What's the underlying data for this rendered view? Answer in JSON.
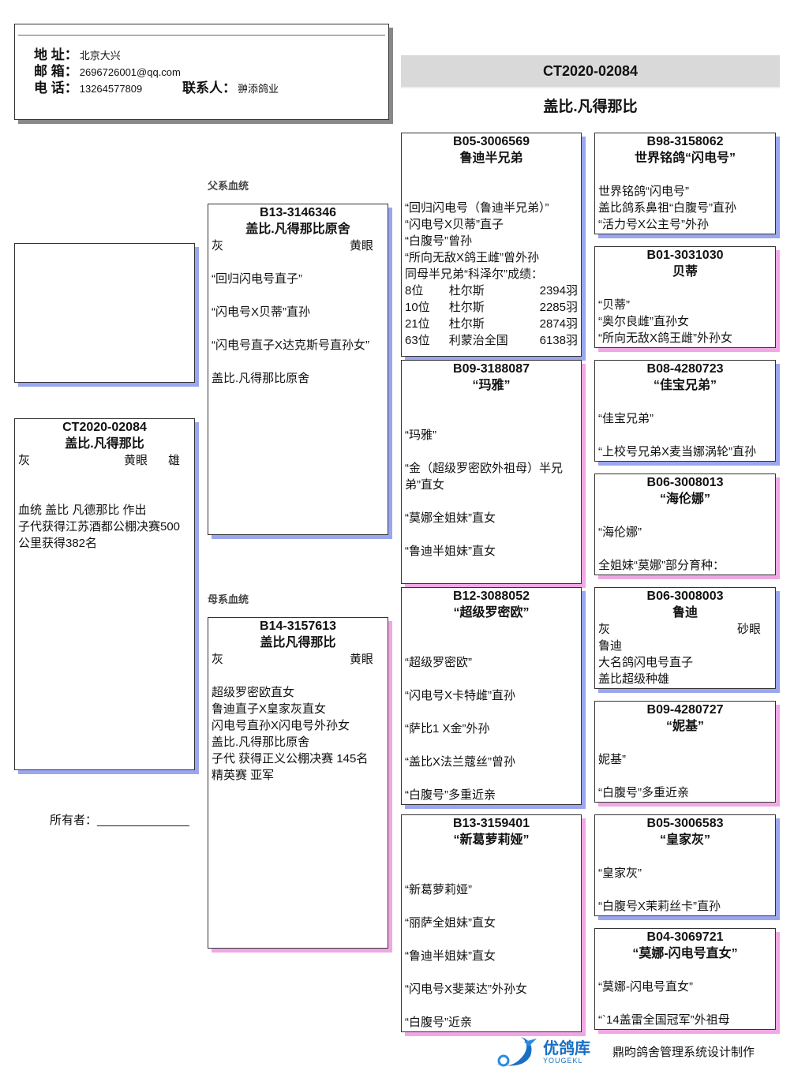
{
  "header": {
    "address_label": "地 址：",
    "address": "北京大兴",
    "email_label": "邮 箱：",
    "email": "2696726001@qq.com",
    "phone_label": "电 话：",
    "phone": "13264577809",
    "contact_label": "联系人：",
    "contact": "翀添鸽业"
  },
  "title": {
    "ring": "CT2020-02084",
    "name": "盖比.凡得那比"
  },
  "labels": {
    "sire_line": "父系血统",
    "dam_line": "母系血统",
    "owner": "所有者：______________"
  },
  "footer": {
    "brand": "优鸽库",
    "brand_en": "YOUGEKL",
    "credit": "鼎昀鸽舍管理系统设计制作"
  },
  "colors": {
    "male_shadow": "#9aa6ee",
    "female_shadow": "#f0a8e4"
  },
  "boxes": [
    {
      "id": "subject",
      "sex": "m",
      "title": [
        "CT2020-02084",
        "盖比.凡得那比"
      ],
      "body": [
        [
          "灰",
          "黄眼",
          "雄"
        ],
        "",
        "",
        "血统 盖比 凡德那比 作出",
        "子代获得江苏酒都公棚决赛500",
        "公里获得382名"
      ]
    },
    {
      "id": "sire",
      "sex": "m",
      "title": [
        "B13-3146346",
        "盖比.凡得那比原舍"
      ],
      "body": [
        [
          "灰",
          "黄眼"
        ],
        "",
        "“回归闪电号直子”",
        "",
        "“闪电号X贝蒂”直孙",
        "",
        "“闪电号直子X达克斯号直孙女”",
        "",
        "盖比.凡得那比原舍"
      ]
    },
    {
      "id": "dam",
      "sex": "f",
      "title": [
        "B14-3157613",
        "盖比凡得那比"
      ],
      "body": [
        [
          "灰",
          "黄眼"
        ],
        "",
        "超级罗密欧直女",
        "鲁迪直子X皇家灰直女",
        "闪电号直孙X闪电号外孙女",
        "盖比.凡得那比原舍",
        "子代 获得正义公棚决赛 145名",
        "精英赛 亚军"
      ]
    },
    {
      "id": "ss",
      "sex": "m",
      "title": [
        "B05-3006569",
        "鲁迪半兄弟"
      ],
      "body": [
        "",
        "",
        "“回归闪电号（鲁迪半兄弟）”",
        "“闪电号X贝蒂”直子",
        "“白腹号”曾孙",
        "“所向无敌X鸽王雌”曾外孙",
        "同母半兄弟“科泽尔”成绩："
      ],
      "results": [
        {
          "rank": "8位",
          "race": "杜尔斯",
          "birds": "2394羽"
        },
        {
          "rank": "10位",
          "race": "杜尔斯",
          "birds": "2285羽"
        },
        {
          "rank": "21位",
          "race": "杜尔斯",
          "birds": "2874羽"
        },
        {
          "rank": "63位",
          "race": "利蒙治全国",
          "birds": "6138羽"
        }
      ]
    },
    {
      "id": "sd",
      "sex": "f",
      "title": [
        "B09-3188087",
        "“玛雅”"
      ],
      "body": [
        "",
        "",
        "“玛雅”",
        "",
        "“金（超级罗密欧外祖母）半兄弟”直女",
        "",
        "“莫娜全姐妹”直女",
        "",
        "“鲁迪半姐妹”直女"
      ]
    },
    {
      "id": "ds",
      "sex": "m",
      "title": [
        "B12-3088052",
        "“超级罗密欧”"
      ],
      "body": [
        "",
        "",
        "“超级罗密欧”",
        "",
        "“闪电号X卡特雌”直孙",
        "",
        "“萨比1 X金”外孙",
        "",
        "“盖比X法兰蔻丝”曾孙",
        "",
        "“白腹号”多重近亲"
      ]
    },
    {
      "id": "dd",
      "sex": "f",
      "title": [
        "B13-3159401",
        "“新葛萝莉娅”"
      ],
      "body": [
        "",
        "",
        "“新葛萝莉娅”",
        "",
        "“丽萨全姐妹”直女",
        "",
        "“鲁迪半姐妹”直女",
        "",
        "“闪电号X斐莱达”外孙女",
        "",
        "“白腹号”近亲"
      ]
    },
    {
      "id": "sss",
      "sex": "m",
      "title": [
        "B98-3158062",
        "世界铭鸽“闪电号”"
      ],
      "body": [
        "",
        "世界铭鸽“闪电号”",
        "盖比鸽系鼻祖“白腹号”直孙",
        "“活力号X公主号”外孙"
      ]
    },
    {
      "id": "ssd",
      "sex": "f",
      "title": [
        "B01-3031030",
        "贝蒂"
      ],
      "body": [
        "",
        "“贝蒂”",
        "“奥尔良雌”直孙女",
        "“所向无敌X鸽王雌”外孙女"
      ]
    },
    {
      "id": "sds",
      "sex": "m",
      "title": [
        "B08-4280723",
        "“佳宝兄弟”"
      ],
      "body": [
        "",
        "“佳宝兄弟”",
        "",
        "“上校号兄弟X麦当娜涡轮”直孙"
      ]
    },
    {
      "id": "sdd",
      "sex": "f",
      "title": [
        "B06-3008013",
        "“海伦娜”"
      ],
      "body": [
        "",
        "“海伦娜”",
        "",
        "全姐妹“莫娜”部分育种："
      ]
    },
    {
      "id": "dss",
      "sex": "m",
      "title": [
        "B06-3008003",
        "鲁迪"
      ],
      "body": [
        [
          "灰",
          "砂眼"
        ],
        "鲁迪",
        "大名鸽闪电号直子",
        "盖比超级种雄"
      ]
    },
    {
      "id": "dsd",
      "sex": "f",
      "title": [
        "B09-4280727",
        "“妮基”"
      ],
      "body": [
        "",
        "妮基”",
        "",
        "“白腹号”多重近亲"
      ]
    },
    {
      "id": "dds",
      "sex": "m",
      "title": [
        "B05-3006583",
        "“皇家灰”"
      ],
      "body": [
        "",
        "“皇家灰”",
        "",
        "“白腹号X茉莉丝卡”直孙"
      ]
    },
    {
      "id": "ddd",
      "sex": "f",
      "title": [
        "B04-3069721",
        "“莫娜-闪电号直女”"
      ],
      "body": [
        "",
        "“莫娜-闪电号直女”",
        "",
        "“`14盖雷全国冠军”外祖母"
      ]
    }
  ]
}
